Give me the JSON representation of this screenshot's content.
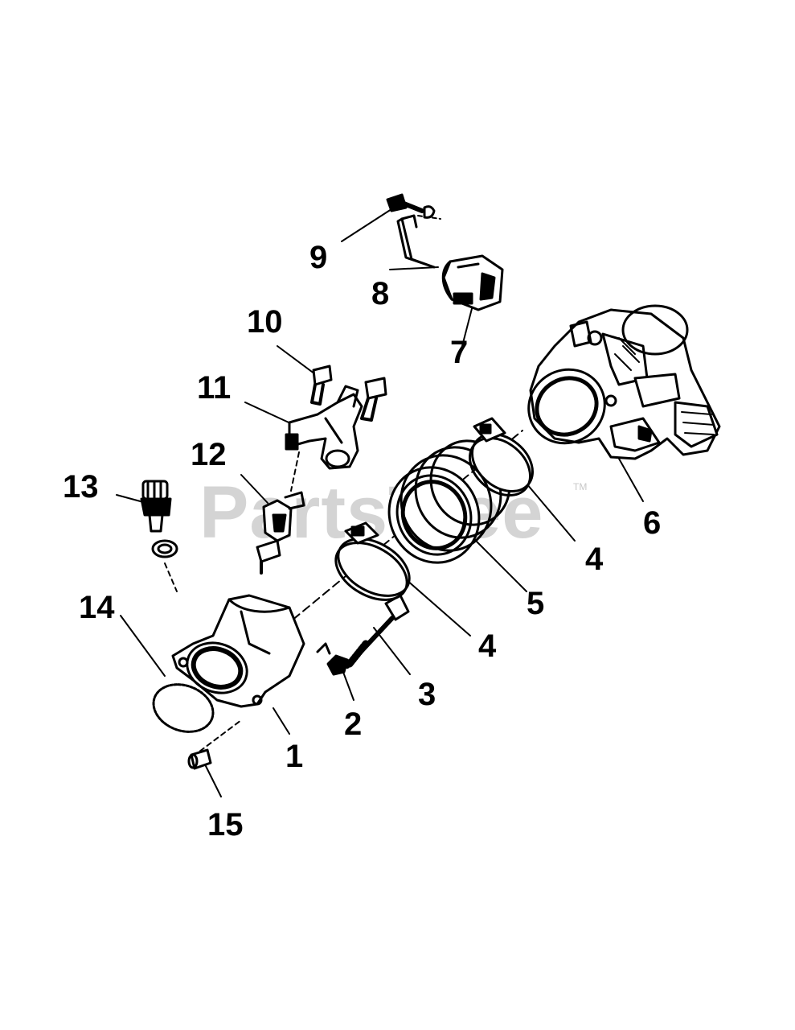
{
  "watermark": {
    "text": "PartsTree",
    "tm": "TM"
  },
  "callouts": {
    "c1": "1",
    "c2": "2",
    "c3": "3",
    "c4a": "4",
    "c4b": "4",
    "c5": "5",
    "c6": "6",
    "c7": "7",
    "c8": "8",
    "c9": "9",
    "c10": "10",
    "c11": "11",
    "c12": "12",
    "c13": "13",
    "c14": "14",
    "c15": "15"
  },
  "colors": {
    "ink": "#000000",
    "watermark": "#d4d4d4"
  }
}
